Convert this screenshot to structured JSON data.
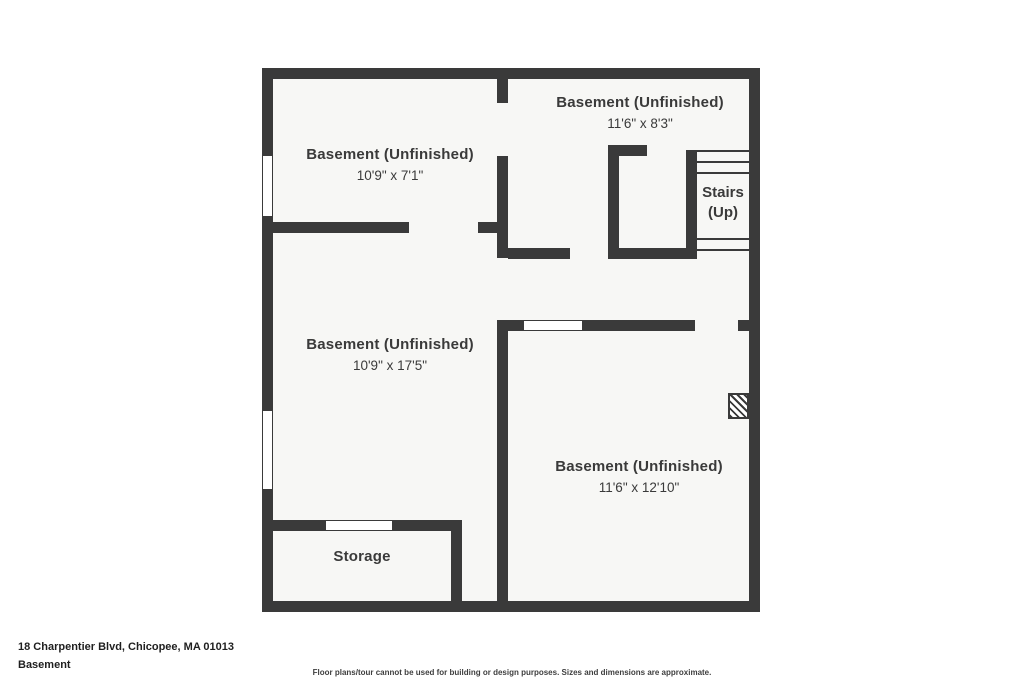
{
  "plan": {
    "rooms": {
      "top_left": {
        "name": "Basement (Unfinished)",
        "dims": "10'9\" x 7'1\""
      },
      "top_right": {
        "name": "Basement (Unfinished)",
        "dims": "11'6\" x 8'3\""
      },
      "middle_left": {
        "name": "Basement (Unfinished)",
        "dims": "10'9\" x 17'5\""
      },
      "bottom_right": {
        "name": "Basement (Unfinished)",
        "dims": "11'6\" x 12'10\""
      },
      "storage": {
        "name": "Storage"
      },
      "stairs": {
        "line1": "Stairs",
        "line2": "(Up)"
      }
    }
  },
  "footer": {
    "address": "18 Charpentier Blvd, Chicopee, MA 01013",
    "level": "Basement",
    "disclaimer": "Floor plans/tour cannot be used for building or design purposes. Sizes and dimensions are approximate."
  },
  "colors": {
    "wall": "#3a3a3a",
    "floor": "#f7f7f5",
    "background": "#ffffff"
  }
}
